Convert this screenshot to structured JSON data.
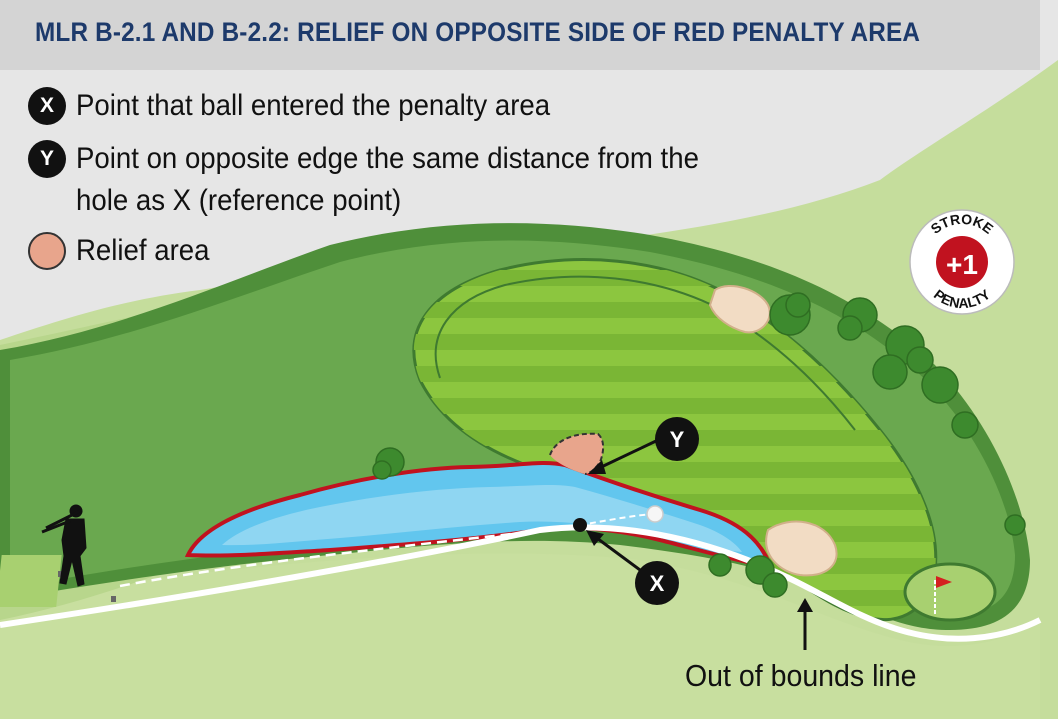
{
  "title": "MLR B-2.1 AND B-2.2:  RELIEF ON OPPOSITE SIDE OF RED PENALTY AREA",
  "legend": [
    {
      "icon": "X",
      "text": "Point that ball entered the penalty area"
    },
    {
      "icon": "Y",
      "text": "Point on opposite edge the same distance from the",
      "text2": "hole as X (reference point)"
    },
    {
      "icon": "",
      "text": "Relief area"
    }
  ],
  "markers": {
    "x": "X",
    "y": "Y"
  },
  "stroke_badge": {
    "top": "STROKE",
    "value": "+1",
    "bottom": "PENALTY"
  },
  "oob_label": "Out of bounds line",
  "colors": {
    "title": "#1d3a6b",
    "rough": "#6aa84f",
    "fairway": "#8cc63f",
    "water": "#62c6ee",
    "penalty_line": "#c1121f",
    "relief": "#e8a58c",
    "bunker": "#f2dcc4"
  }
}
